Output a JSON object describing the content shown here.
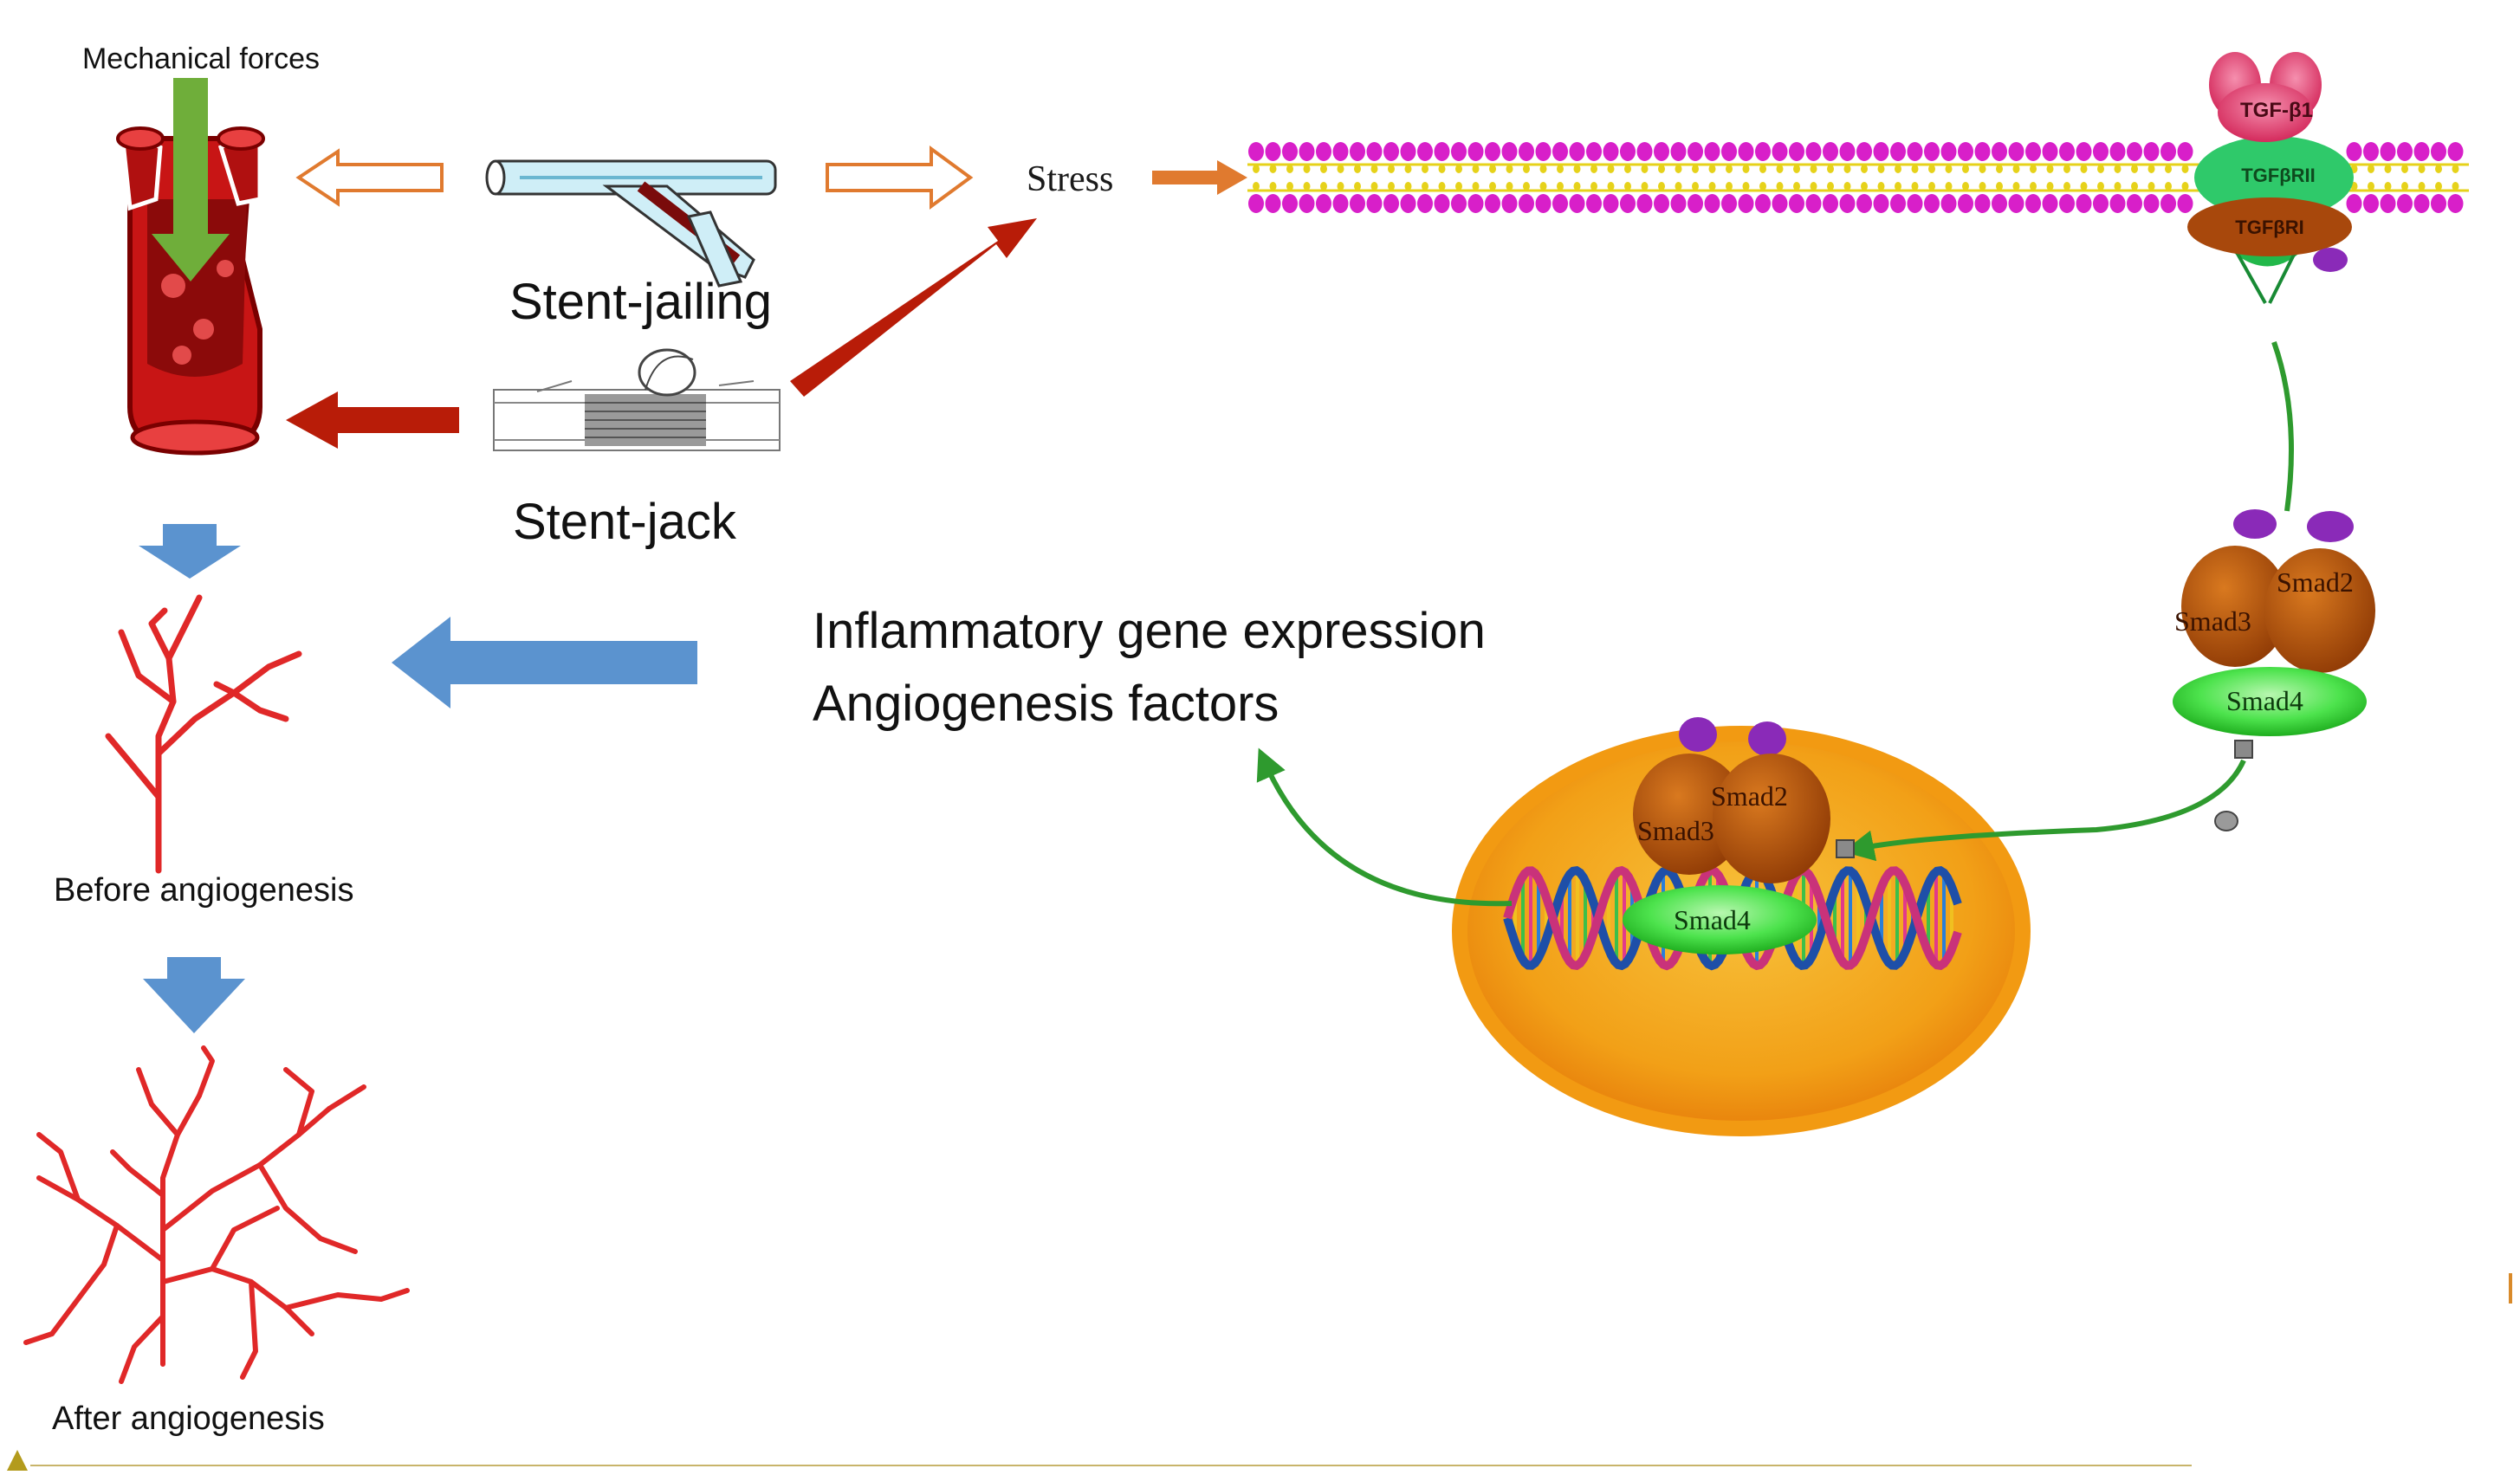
{
  "labels": {
    "mechanical_forces": "Mechanical forces",
    "stent_jailing": "Stent-jailing",
    "stent_jack": "Stent-jack",
    "stress": "Stress",
    "inflammatory": "Inflammatory gene expression",
    "angiogenesis_factors": "Angiogenesis factors",
    "before": "Before angiogenesis",
    "after": "After angiogenesis"
  },
  "receptor": {
    "ligand": "TGF-β1",
    "type2": "TGFβRII",
    "type1": "TGFβRI"
  },
  "smad_complex": {
    "smad2": "Smad2",
    "smad3": "Smad3",
    "smad4": "Smad4"
  },
  "colors": {
    "red_arrow": "#b81c08",
    "orange_arrow": "#e07a2f",
    "blue_arrow": "#5b93cf",
    "green_line": "#2e9a2e",
    "vessel_red": "#e02828",
    "membrane_pink": "#d81fc9",
    "membrane_yellow": "#e6d21a",
    "nucleus": "#f2a017",
    "smad_brown": "#b8540d",
    "smad4_green": "#4de34d",
    "ligand_pink": "#e53a6c"
  }
}
